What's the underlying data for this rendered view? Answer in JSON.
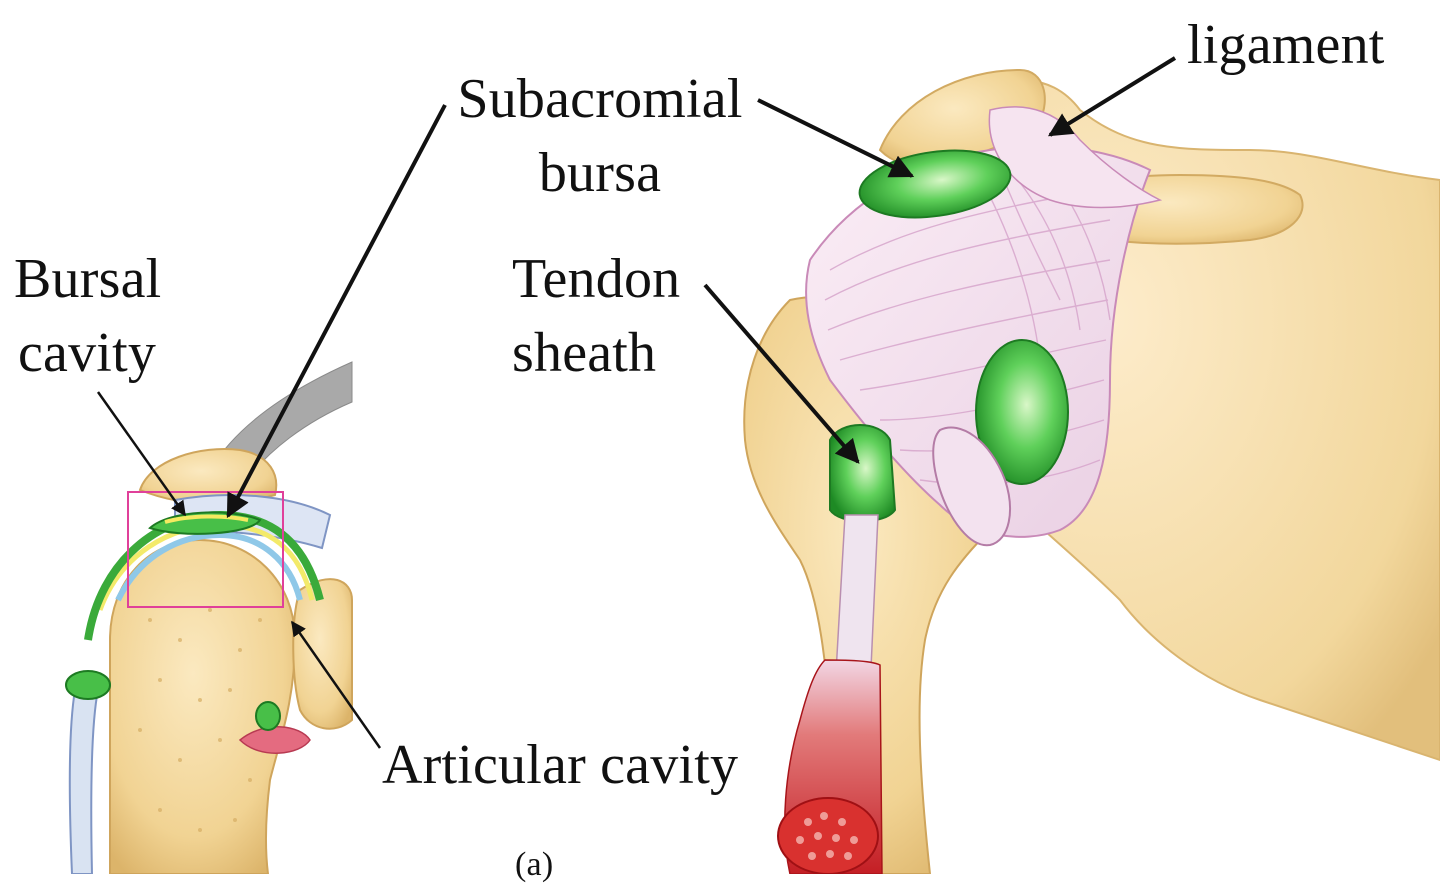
{
  "labels": {
    "ligament": "ligament",
    "subacromial_bursa": [
      "Subacromial",
      "bursa"
    ],
    "tendon_sheath": [
      "Tendon",
      "sheath"
    ],
    "bursal_cavity": [
      "Bursal",
      "cavity"
    ],
    "articular_cavity": "Articular cavity",
    "panel_letter": "(a)"
  },
  "colors": {
    "bone": "#f3d9a0",
    "bone_shadow": "#d8b26a",
    "ligament": "#f2e0ee",
    "ligament_fiber": "#c98ab8",
    "bursa_green": "#3cb83c",
    "bursa_highlight": "#c8f0b8",
    "muscle_red": "#d42a2a",
    "cartilage_blue": "#8fc8e8",
    "zoom_box": "#e0409a",
    "text": "#111111"
  }
}
